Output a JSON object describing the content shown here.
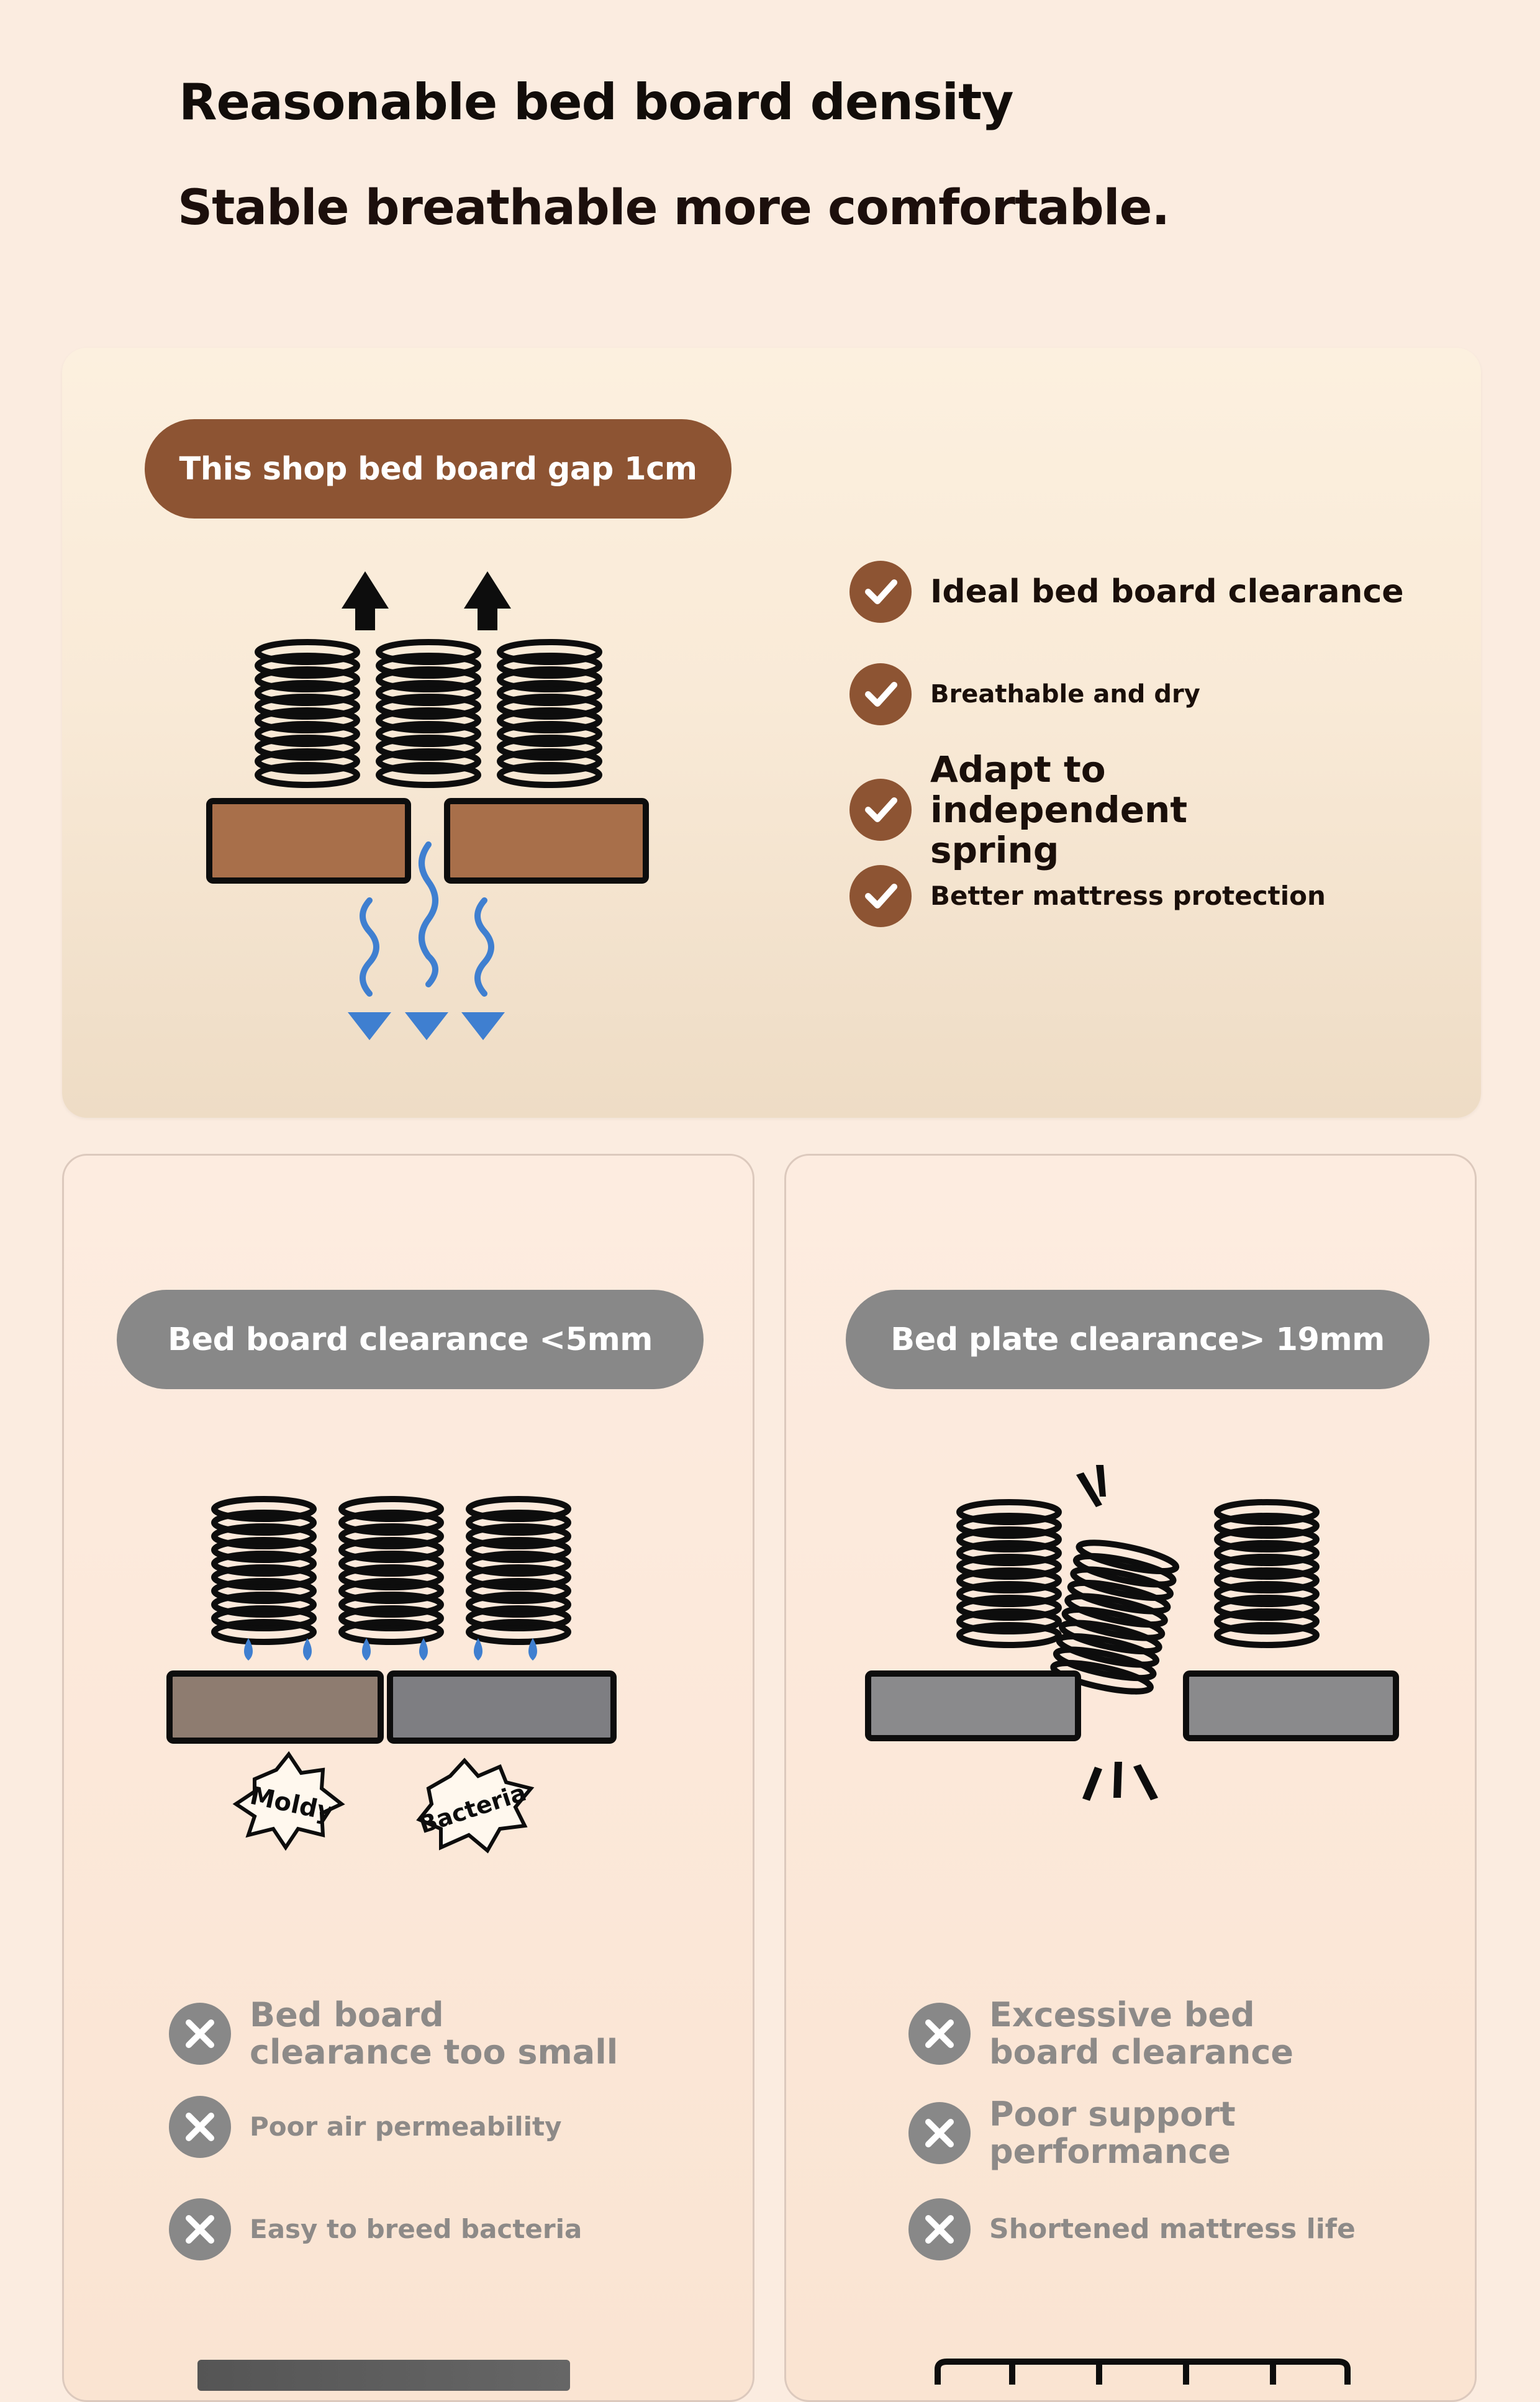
{
  "header": {
    "title": "Reasonable bed board density",
    "subtitle": "Stable breathable more comfortable."
  },
  "top_panel": {
    "badge": "This shop bed board gap 1cm",
    "benefits": [
      "Ideal bed board clearance",
      "Breathable and dry",
      "Adapt to independent spring",
      "Better mattress protection"
    ]
  },
  "left_panel": {
    "badge": "Bed board clearance <5mm",
    "stickers": [
      "Moldy",
      "Bacteria"
    ],
    "drawbacks": [
      "Bed board clearance too small",
      "Poor air permeability",
      "Easy to breed bacteria"
    ]
  },
  "right_panel": {
    "badge": "Bed plate clearance> 19mm",
    "drawbacks": [
      "Excessive bed board clearance",
      "Poor support performance",
      "Shortened mattress life"
    ]
  },
  "colors": {
    "accent_brown": "#8d5433",
    "board_brown": "#a86f4a",
    "gray": "#888888",
    "water_blue": "#3f7fd0",
    "background": "#fbece0"
  },
  "icons": [
    "check-icon",
    "close-icon",
    "arrow-up-icon",
    "arrow-down-icon",
    "spring-icon",
    "water-drop-icon"
  ]
}
